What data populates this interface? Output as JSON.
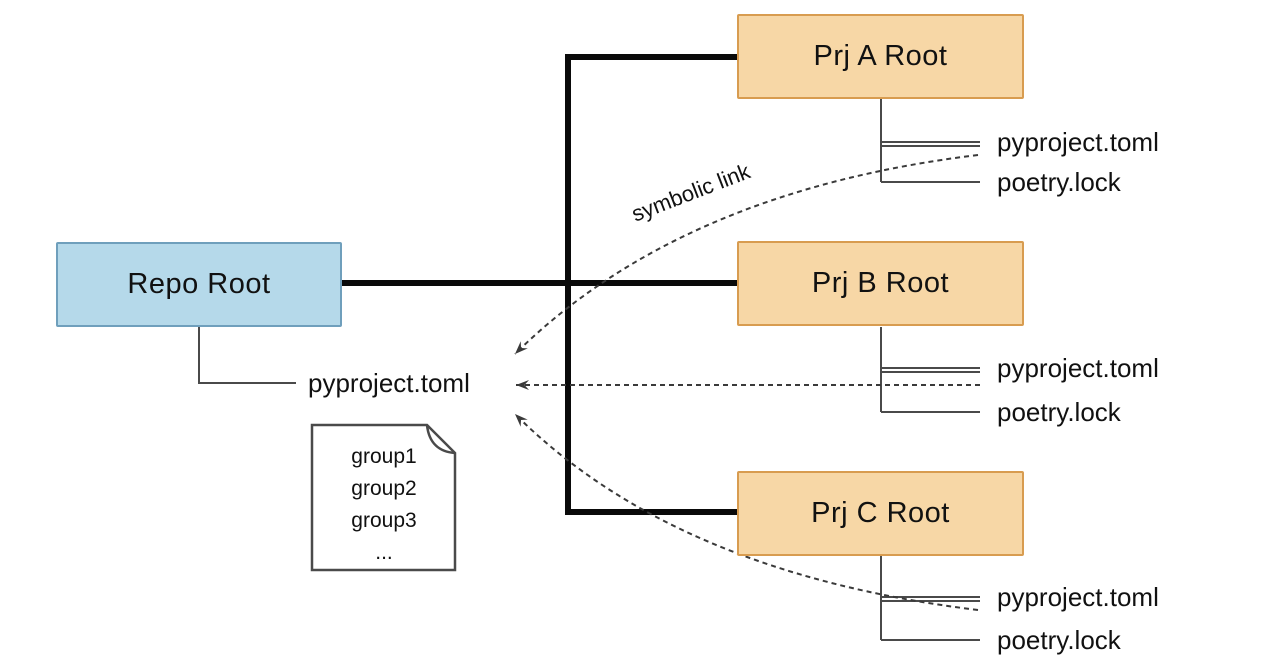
{
  "diagram": {
    "repo": {
      "label": "Repo Root",
      "file": "pyproject.toml"
    },
    "projects": [
      {
        "label": "Prj A Root",
        "files": [
          "pyproject.toml",
          "poetry.lock"
        ]
      },
      {
        "label": "Prj B Root",
        "files": [
          "pyproject.toml",
          "poetry.lock"
        ]
      },
      {
        "label": "Prj C Root",
        "files": [
          "pyproject.toml",
          "poetry.lock"
        ]
      }
    ],
    "link_label": "symbolic link",
    "document": {
      "lines": [
        "group1",
        "group2",
        "group3",
        "..."
      ]
    },
    "colors": {
      "repo-fill": "#b5d9ea",
      "repo-stroke": "#6f9fbc",
      "prj-fill": "#f7d7a6",
      "prj-stroke": "#d89c50",
      "line-thick": "#0a0a0a",
      "line-thin": "#4a4a4a",
      "dash": "#3a3a3a",
      "text": "#111111"
    }
  }
}
